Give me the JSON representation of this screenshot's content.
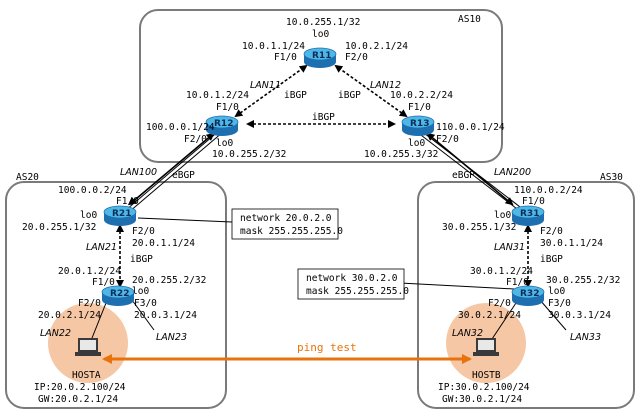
{
  "as_labels": {
    "as10": "AS10",
    "as20": "AS20",
    "as30": "AS30"
  },
  "routers": {
    "r11": "R11",
    "r12": "R12",
    "r13": "R13",
    "r21": "R21",
    "r22": "R22",
    "r31": "R31",
    "r32": "R32"
  },
  "r11": {
    "lo": "10.0.255.1/32",
    "lo_name": "lo0",
    "f10_ip": "10.0.1.1/24",
    "f10": "F1/0",
    "f20_ip": "10.0.2.1/24",
    "f20": "F2/0"
  },
  "r12": {
    "f10_ip": "10.0.1.2/24",
    "f10": "F1/0",
    "f20_ip": "100.0.0.1/24",
    "f20": "F2/0",
    "lo_name": "lo0",
    "lo": "10.0.255.2/32"
  },
  "r13": {
    "f10_ip": "10.0.2.2/24",
    "f10": "F1/0",
    "f20_ip": "110.0.0.1/24",
    "f20": "F2/0",
    "lo_name": "lo0",
    "lo": "10.0.255.3/32"
  },
  "r21": {
    "f10_ip": "100.0.0.2/24",
    "f10": "F1/0",
    "lo_name": "lo0",
    "lo": "20.0.255.1/32",
    "f20": "F2/0",
    "f20_ip": "20.0.1.1/24"
  },
  "r22": {
    "f10_ip": "20.0.1.2/24",
    "f10": "F1/0",
    "lo": "20.0.255.2/32",
    "lo_name": "lo0",
    "f20": "F2/0",
    "f20_ip": "20.0.2.1/24",
    "f30": "F3/0",
    "f30_ip": "20.0.3.1/24"
  },
  "r31": {
    "f10_ip": "110.0.0.2/24",
    "f10": "F1/0",
    "lo_name": "lo0",
    "lo": "30.0.255.1/32",
    "f20": "F2/0",
    "f20_ip": "30.0.1.1/24"
  },
  "r32": {
    "f10_ip": "30.0.1.2/24",
    "f10": "F1/0",
    "lo": "30.0.255.2/32",
    "lo_name": "lo0",
    "f20": "F2/0",
    "f20_ip": "30.0.2.1/24",
    "f30": "F3/0",
    "f30_ip": "30.0.3.1/24"
  },
  "lans": {
    "lan11": "LAN11",
    "lan12": "LAN12",
    "lan100": "LAN100",
    "lan200": "LAN200",
    "lan21": "LAN21",
    "lan22": "LAN22",
    "lan23": "LAN23",
    "lan31": "LAN31",
    "lan32": "LAN32",
    "lan33": "LAN33"
  },
  "sessions": {
    "ibgp": "iBGP",
    "ebgp": "eBGP"
  },
  "notes": {
    "as20_line1": "network 20.0.2.0",
    "as20_line2": "mask 255.255.255.0",
    "as30_line1": "network 30.0.2.0",
    "as30_line2": "mask 255.255.255.0"
  },
  "hosts": {
    "a_name": "HOSTA",
    "a_ip": "IP:20.0.2.100/24",
    "a_gw": "GW:20.0.2.1/24",
    "b_name": "HOSTB",
    "b_ip": "IP:30.0.2.100/24",
    "b_gw": "GW:30.0.2.1/24"
  },
  "ping_label": "ping test",
  "colors": {
    "router_top": "#4fb7e6",
    "router_side": "#1d6fb0",
    "area_box": "#7a7a7a",
    "host_circle": "#f3b98f",
    "ping": "#e8730c"
  }
}
